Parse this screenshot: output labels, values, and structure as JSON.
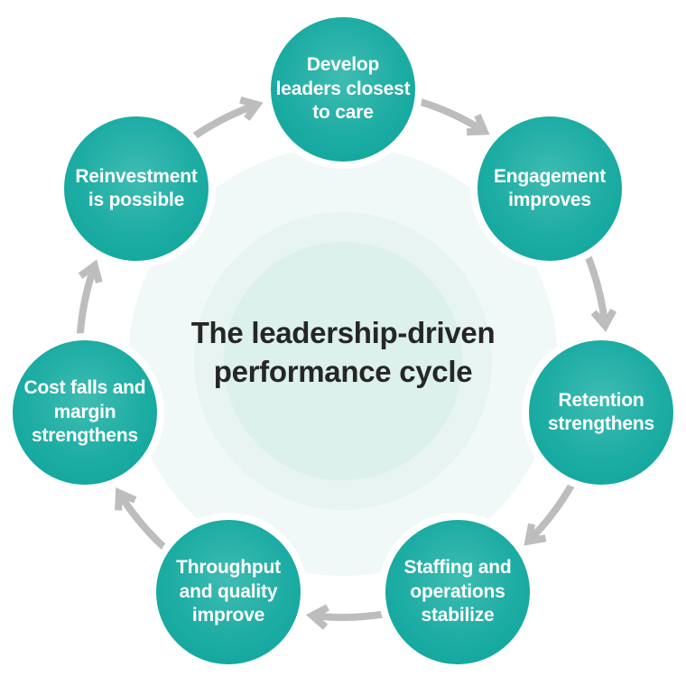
{
  "title": "The leadership-driven\nperformance cycle",
  "cycle": {
    "nodes": [
      {
        "label": "Develop\nleaders closest\nto care"
      },
      {
        "label": "Engagement\nimproves"
      },
      {
        "label": "Retention\nstrengthens"
      },
      {
        "label": "Staffing and\noperations\nstabilize"
      },
      {
        "label": "Throughput\nand quality\nimprove"
      },
      {
        "label": "Cost falls and\nmargin\nstrengthens"
      },
      {
        "label": "Reinvestment\nis possible"
      }
    ]
  },
  "theme": {
    "canvas": "#ffffff",
    "node-teal-light": "#3fbcb2",
    "node-teal": "#1caca3",
    "node-teal-dark": "#0ca49b",
    "node-ring": "#ffffff",
    "node-text": "#ffffff",
    "arrow-color": "#bdbdbd",
    "bg-outer": "#f1f9f8",
    "bg-middle": "#e7f4f1",
    "bg-inner": "#dcf0ec",
    "title-color": "#262626"
  }
}
